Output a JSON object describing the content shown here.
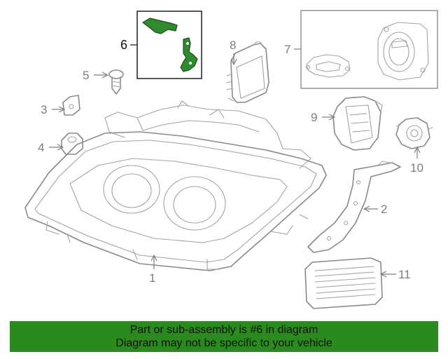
{
  "callouts": {
    "c1": "1",
    "c2": "2",
    "c3": "3",
    "c4": "4",
    "c5": "5",
    "c6": "6",
    "c7": "7",
    "c8": "8",
    "c9": "9",
    "c10": "10",
    "c11": "11"
  },
  "banner": {
    "line1": "Part or sub-assembly is #6 in diagram",
    "line2": "Diagram may not be specific to your vehicle"
  },
  "colors": {
    "highlight_part": "#2e8b2e",
    "banner_bg": "#2b8a1e",
    "line_art": "#8a8a8a"
  }
}
